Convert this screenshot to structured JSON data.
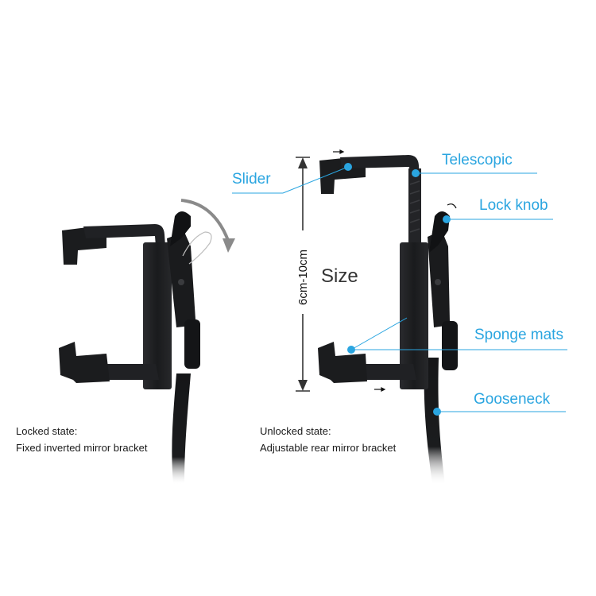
{
  "labels": {
    "slider": "Slider",
    "telescopic": "Telescopic",
    "lock_knob": "Lock knob",
    "sponge_mats": "Sponge mats",
    "gooseneck": "Gooseneck",
    "size": "Size",
    "dimension": "6cm-10cm"
  },
  "captions": {
    "locked_title": "Locked state:",
    "locked_desc": "Fixed inverted mirror bracket",
    "unlocked_title": "Unlocked state:",
    "unlocked_desc": "Adjustable rear mirror bracket"
  },
  "colors": {
    "accent": "#2aa5e0",
    "product": "#1b1c1e"
  },
  "icons": {
    "rotate_arrow": "curved-rotate-arrow-icon",
    "direction_arrow": "small-right-arrow-icon",
    "dimension_arrow": "double-headed-vertical-arrow-icon"
  }
}
